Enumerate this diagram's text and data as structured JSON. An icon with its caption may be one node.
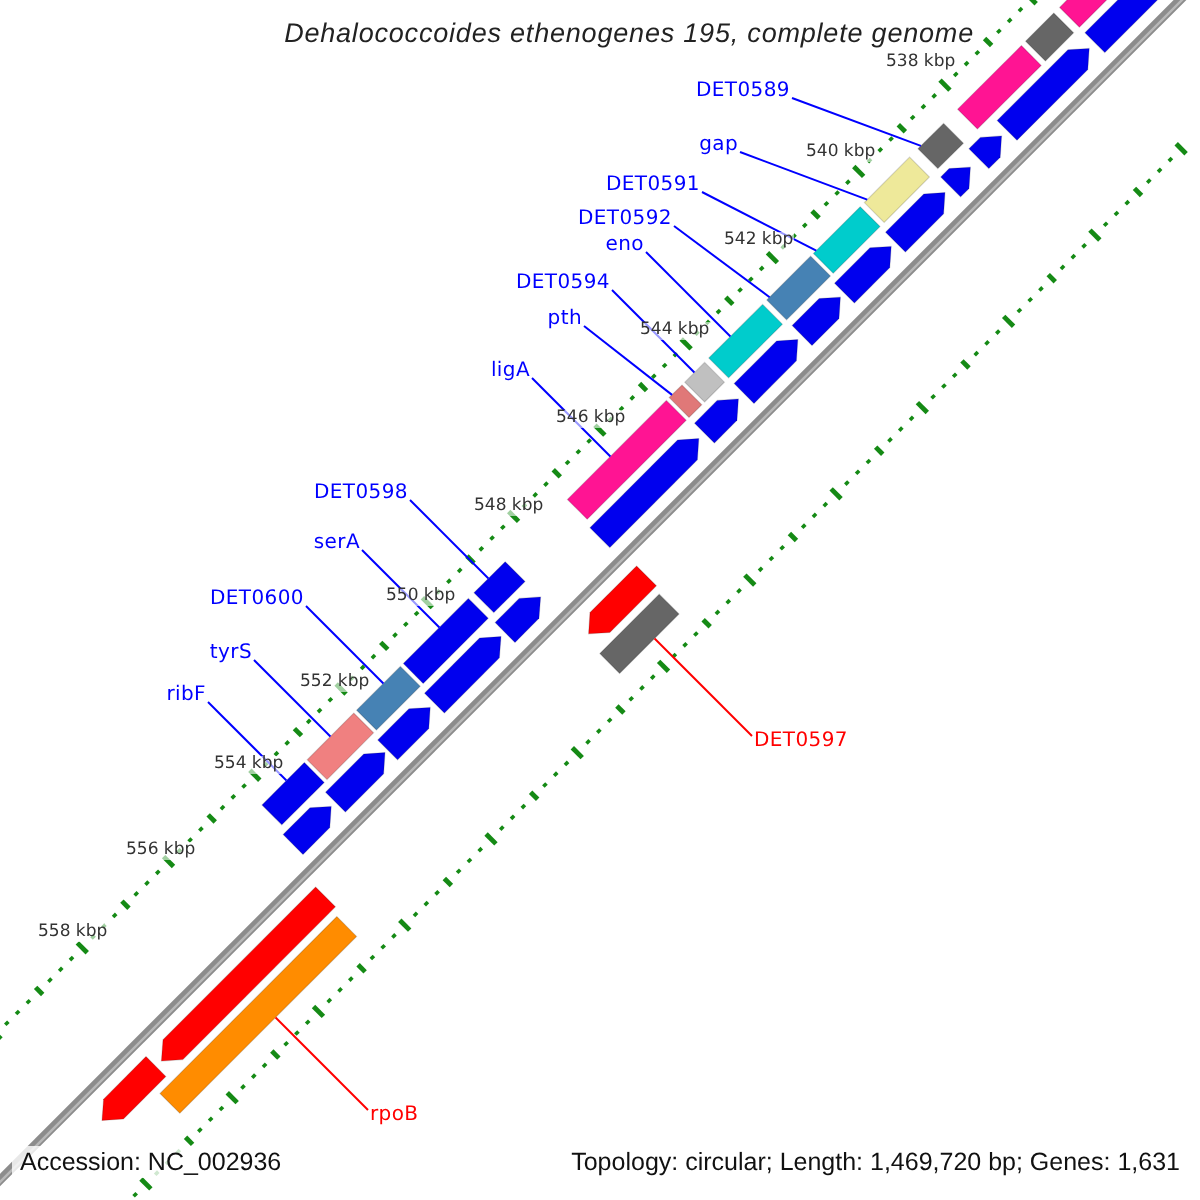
{
  "diagram": {
    "title": "Dehalococcoides ethenogenes 195, complete genome",
    "nodes": [
      {
        "text": [
          "DET0589"
        ]
      },
      {
        "text": [
          "gap"
        ]
      },
      {
        "text": [
          "DET0591"
        ]
      },
      {
        "text": [
          "DET0592"
        ]
      },
      {
        "text": [
          "eno"
        ]
      },
      {
        "text": [
          "DET0594"
        ]
      },
      {
        "text": [
          "pth"
        ]
      },
      {
        "text": [
          "ligA"
        ]
      },
      {
        "text": [
          "DET0598"
        ]
      },
      {
        "text": [
          "serA"
        ]
      },
      {
        "text": [
          "DET0600"
        ]
      },
      {
        "text": [
          "tyrS"
        ]
      },
      {
        "text": [
          "ribF"
        ]
      },
      {
        "text": [
          "DET0597"
        ]
      },
      {
        "text": [
          "rpoB"
        ]
      },
      {
        "text": [],
        "shape": "bar"
      },
      {
        "text": [],
        "shape": "bar"
      },
      {
        "text": [],
        "shape": "bar"
      },
      {
        "text": [],
        "shape": "bar"
      },
      {
        "text": [],
        "shape": "bar"
      },
      {
        "text": [],
        "shape": "bar"
      },
      {
        "text": [],
        "shape": "bar"
      },
      {
        "text": [],
        "shape": "bar"
      },
      {
        "text": [],
        "shape": "bar"
      },
      {
        "text": [],
        "shape": "bar"
      },
      {
        "text": [],
        "shape": "bar"
      },
      {
        "text": [],
        "shape": "bar"
      },
      {
        "text": [],
        "shape": "bar"
      },
      {
        "text": [],
        "shape": "bar"
      },
      {
        "text": [],
        "shape": "bar"
      },
      {
        "text": [],
        "shape": "bar"
      },
      {
        "text": [],
        "shape": "bar"
      },
      {
        "text": [],
        "shape": "bar"
      },
      {
        "text": [],
        "shape": "bar"
      },
      {
        "text": [],
        "shape": "bar"
      },
      {
        "text": [],
        "shape": "bar"
      },
      {
        "text": [],
        "shape": "bar"
      },
      {
        "text": [],
        "shape": "bar"
      },
      {
        "text": [],
        "shape": "bar"
      },
      {
        "text": [],
        "shape": "bar"
      },
      {
        "text": [],
        "shape": "bar"
      },
      {
        "text": [],
        "shape": "bar"
      },
      {
        "text": [],
        "shape": "bar"
      },
      {
        "text": [],
        "shape": "bar"
      },
      {
        "text": [],
        "shape": "bar"
      },
      {
        "text": [],
        "shape": "bar"
      },
      {
        "text": [],
        "shape": "bar"
      },
      {
        "text": [],
        "shape": "bar"
      },
      {
        "text": [],
        "shape": "bar"
      },
      {
        "text": [],
        "shape": "bar"
      },
      {
        "text": [],
        "shape": "bar"
      }
    ],
    "edges": [
      {
        "from": 0,
        "to": 15,
        "arrow": "none"
      },
      {
        "from": 1,
        "to": 16,
        "arrow": "none"
      },
      {
        "from": 2,
        "to": 17,
        "arrow": "none"
      },
      {
        "from": 3,
        "to": 18,
        "arrow": "none"
      },
      {
        "from": 4,
        "to": 19,
        "arrow": "none"
      },
      {
        "from": 5,
        "to": 20,
        "arrow": "none"
      },
      {
        "from": 6,
        "to": 21,
        "arrow": "none"
      },
      {
        "from": 7,
        "to": 22,
        "arrow": "none"
      },
      {
        "from": 8,
        "to": 23,
        "arrow": "none"
      },
      {
        "from": 9,
        "to": 24,
        "arrow": "none"
      },
      {
        "from": 10,
        "to": 25,
        "arrow": "none"
      },
      {
        "from": 11,
        "to": 26,
        "arrow": "none"
      },
      {
        "from": 12,
        "to": 27,
        "arrow": "none"
      },
      {
        "from": 13,
        "to": 28,
        "arrow": "none",
        "color": "#ff0000"
      },
      {
        "from": 14,
        "to": 29,
        "arrow": "none",
        "color": "#ff0000"
      }
    ],
    "labels": [
      "538 kbp",
      "540 kbp",
      "542 kbp",
      "544 kbp",
      "546 kbp",
      "548 kbp",
      "550 kbp",
      "552 kbp",
      "554 kbp",
      "556 kbp",
      "558 kbp",
      "Accession: NC_002936",
      "Topology: circular; Length: 1,469,720 bp; Genes: 1,631"
    ]
  }
}
